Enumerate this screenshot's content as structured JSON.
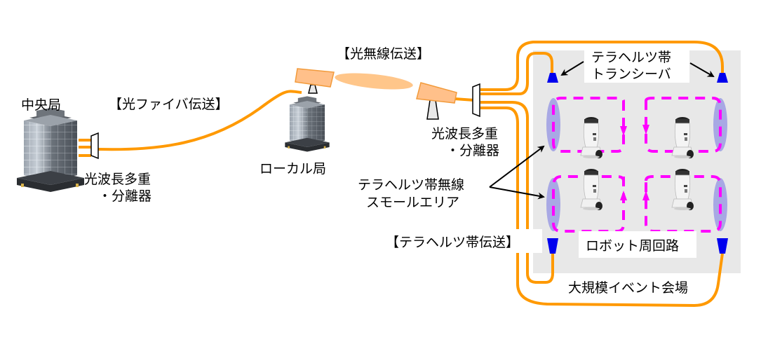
{
  "colors": {
    "fiber": "#FF9900",
    "beam": "#FFC68A",
    "antenna_fill": "#FFC08A",
    "antenna_stroke": "#F29A3A",
    "transceiver": "#0000EE",
    "small_area": "#A8A8E4",
    "robot_path": "#FF00FF",
    "venue_bg": "#E8E8E8"
  },
  "labels": {
    "central_office": "中央局",
    "local_office": "ローカル局",
    "fiber_transmission": "【光ファイバ伝送】",
    "optical_wireless_transmission": "【光無線伝送】",
    "thz_transmission": "【テラヘルツ帯伝送】",
    "wdm_left_line1": "光波長多重",
    "wdm_left_line2": "・分離器",
    "wdm_right_line1": "光波長多重",
    "wdm_right_line2": "・分離器",
    "transceiver_line1": "テラヘルツ帯",
    "transceiver_line2": "トランシーバ",
    "small_area_line1": "テラヘルツ帯無線",
    "small_area_line2": "スモールエリア",
    "robot_circuit": "ロボット周回路",
    "venue": "大規模イベント会場"
  },
  "icons": {
    "building": "office-building-icon",
    "antenna": "optical-wireless-antenna-icon",
    "mux": "wavelength-multiplexer-icon",
    "transceiver": "thz-transceiver-icon",
    "robot": "robot-icon"
  }
}
